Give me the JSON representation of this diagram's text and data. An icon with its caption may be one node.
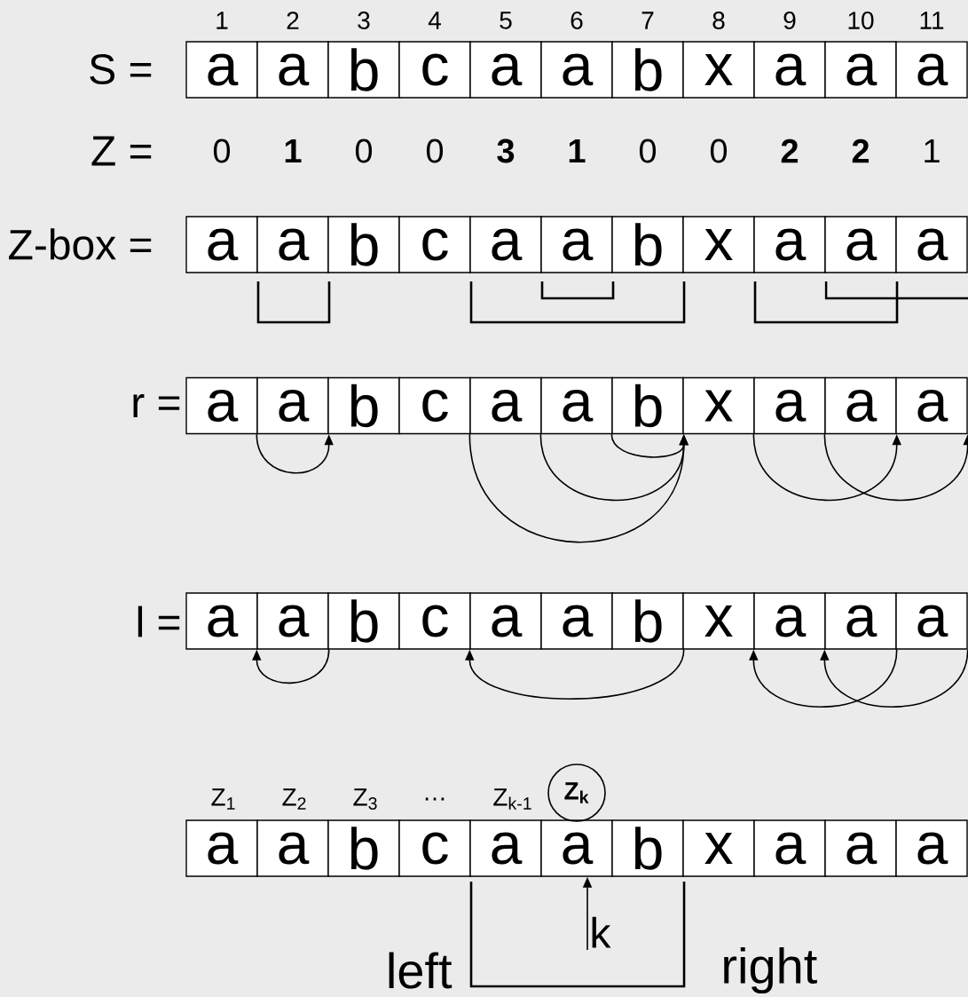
{
  "diagram": {
    "nodes": [
      {
        "text": [
          "a"
        ]
      },
      {
        "text": [
          "a"
        ]
      },
      {
        "text": [
          "b"
        ]
      },
      {
        "text": [
          "c"
        ]
      },
      {
        "text": [
          "a"
        ]
      },
      {
        "text": [
          "a"
        ]
      },
      {
        "text": [
          "b"
        ]
      },
      {
        "text": [
          "x"
        ]
      },
      {
        "text": [
          "a"
        ]
      },
      {
        "text": [
          "a"
        ]
      },
      {
        "text": [
          "a"
        ]
      },
      {
        "text": [
          "a"
        ]
      },
      {
        "text": [
          "a"
        ]
      },
      {
        "text": [
          "b"
        ]
      },
      {
        "text": [
          "c"
        ]
      },
      {
        "text": [
          "a"
        ]
      },
      {
        "text": [
          "a"
        ]
      },
      {
        "text": [
          "b"
        ]
      },
      {
        "text": [
          "x"
        ]
      },
      {
        "text": [
          "a"
        ]
      },
      {
        "text": [
          "a"
        ]
      },
      {
        "text": [
          "a"
        ]
      },
      {
        "text": [
          "a"
        ]
      },
      {
        "text": [
          "a"
        ]
      },
      {
        "text": [
          "b"
        ]
      },
      {
        "text": [
          "c"
        ]
      },
      {
        "text": [
          "a"
        ]
      },
      {
        "text": [
          "a"
        ]
      },
      {
        "text": [
          "b"
        ]
      },
      {
        "text": [
          "x"
        ]
      },
      {
        "text": [
          "a"
        ]
      },
      {
        "text": [
          "a"
        ]
      },
      {
        "text": [
          "a"
        ]
      },
      {
        "text": [
          "a"
        ]
      },
      {
        "text": [
          "a"
        ]
      },
      {
        "text": [
          "b"
        ]
      },
      {
        "text": [
          "c"
        ]
      },
      {
        "text": [
          "a"
        ]
      },
      {
        "text": [
          "a"
        ]
      },
      {
        "text": [
          "b"
        ]
      },
      {
        "text": [
          "x"
        ]
      },
      {
        "text": [
          "a"
        ]
      },
      {
        "text": [
          "a"
        ]
      },
      {
        "text": [
          "a"
        ]
      },
      {
        "text": [
          "a"
        ]
      },
      {
        "text": [
          "a"
        ]
      },
      {
        "text": [
          "b"
        ]
      },
      {
        "text": [
          "c"
        ]
      },
      {
        "text": [
          "a"
        ]
      },
      {
        "text": [
          "a"
        ]
      },
      {
        "text": [
          "b"
        ]
      },
      {
        "text": [
          "x"
        ]
      },
      {
        "text": [
          "a"
        ]
      },
      {
        "text": [
          "a"
        ]
      },
      {
        "text": [
          "a"
        ]
      },
      {
        "text": [
          "k"
        ]
      },
      {
        "text": [
          "Z$_{k}$"
        ]
      }
    ],
    "edges": [
      {
        "from": 23,
        "to": 23,
        "arrow": "to"
      },
      {
        "from": 26,
        "to": 28,
        "arrow": "to"
      },
      {
        "from": 27,
        "to": 28,
        "arrow": "to"
      },
      {
        "from": 28,
        "to": 28,
        "arrow": "to"
      },
      {
        "from": 30,
        "to": 31,
        "arrow": "to"
      },
      {
        "from": 31,
        "to": 32,
        "arrow": "to"
      },
      {
        "from": 34,
        "to": 34,
        "arrow": "to"
      },
      {
        "from": 39,
        "to": 37,
        "arrow": "to"
      },
      {
        "from": 42,
        "to": 41,
        "arrow": "to"
      },
      {
        "from": 43,
        "to": 42,
        "arrow": "to"
      },
      {
        "from": 55,
        "to": 49,
        "arrow": "to"
      }
    ],
    "labels": [
      "1",
      "2",
      "3",
      "4",
      "5",
      "6",
      "7",
      "8",
      "9",
      "10",
      "11",
      "S =",
      "Z =",
      "0",
      "1",
      "0",
      "0",
      "3",
      "1",
      "0",
      "0",
      "2",
      "2",
      "1",
      "Z-box =",
      "r =",
      "l =",
      "Z$_{1}$",
      "Z$_{2}$",
      "Z$_{3}$",
      "…",
      "Z$_{k-1}$",
      "left",
      "right"
    ]
  }
}
